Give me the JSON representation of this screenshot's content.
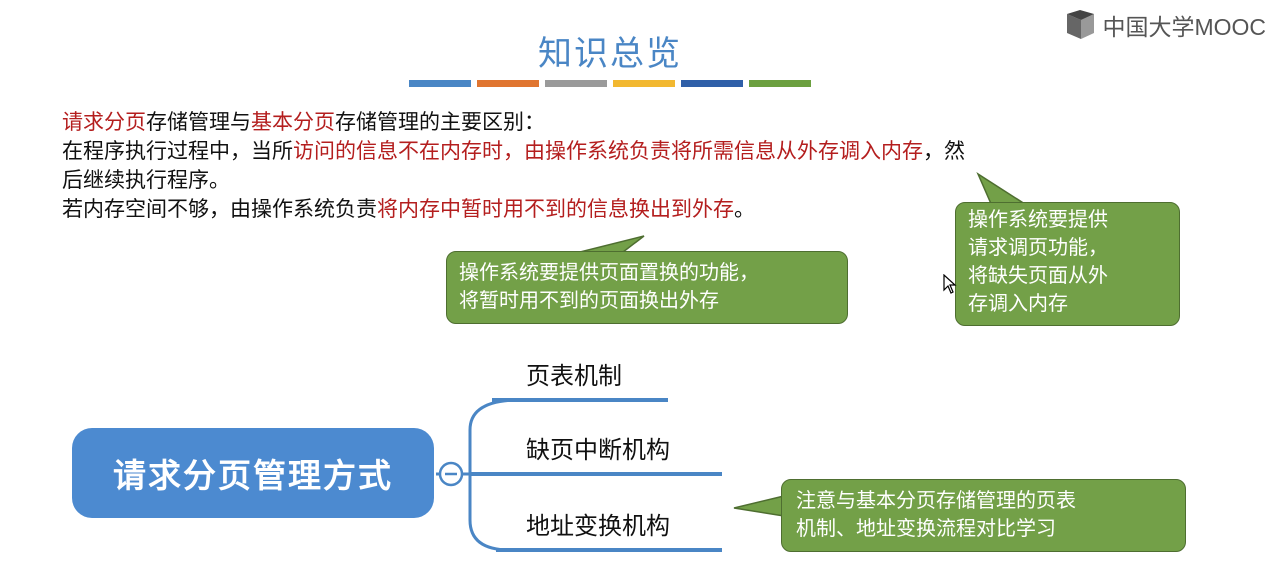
{
  "logo": {
    "text": "中国大学MOOC"
  },
  "title": "知识总览",
  "color_bars": [
    "#4a86c5",
    "#e07530",
    "#9a9a9a",
    "#f2b830",
    "#2f5fa8",
    "#6ca040"
  ],
  "intro": {
    "line1": {
      "a": "请求分页",
      "b": "存储管理与",
      "c": "基本分页",
      "d": "存储管理的主要区别："
    },
    "line2": {
      "a": "在程序执行过程中，当所",
      "b": "访问的信息不在内存时，由操作系统负责将所需信息从外存调入内存",
      "c": "，然"
    },
    "line3": "后继续执行程序。",
    "line4": {
      "a": "若内存空间不够，由操作系统负责",
      "b": "将内存中暂时用不到的信息换出到外存",
      "c": "。"
    }
  },
  "callouts": {
    "page_replace": {
      "l1": "操作系统要提供页面置换的功能，",
      "l2": "将暂时用不到的页面换出外存"
    },
    "page_fetch": {
      "l1": "操作系统要提供",
      "l2": "请求调页功能，",
      "l3": "将缺失页面从外",
      "l4": "存调入内存"
    },
    "compare": {
      "l1": "注意与基本分页存储管理的页表",
      "l2": "机制、地址变换流程对比学习"
    }
  },
  "mindmap": {
    "root": "请求分页管理方式",
    "branches": [
      "页表机制",
      "缺页中断机构",
      "地址变换机构"
    ],
    "collapse_symbol": "−"
  },
  "colors": {
    "accent_blue": "#4a86c5",
    "callout_green": "#73a048",
    "highlight_red": "#b41e1e"
  }
}
